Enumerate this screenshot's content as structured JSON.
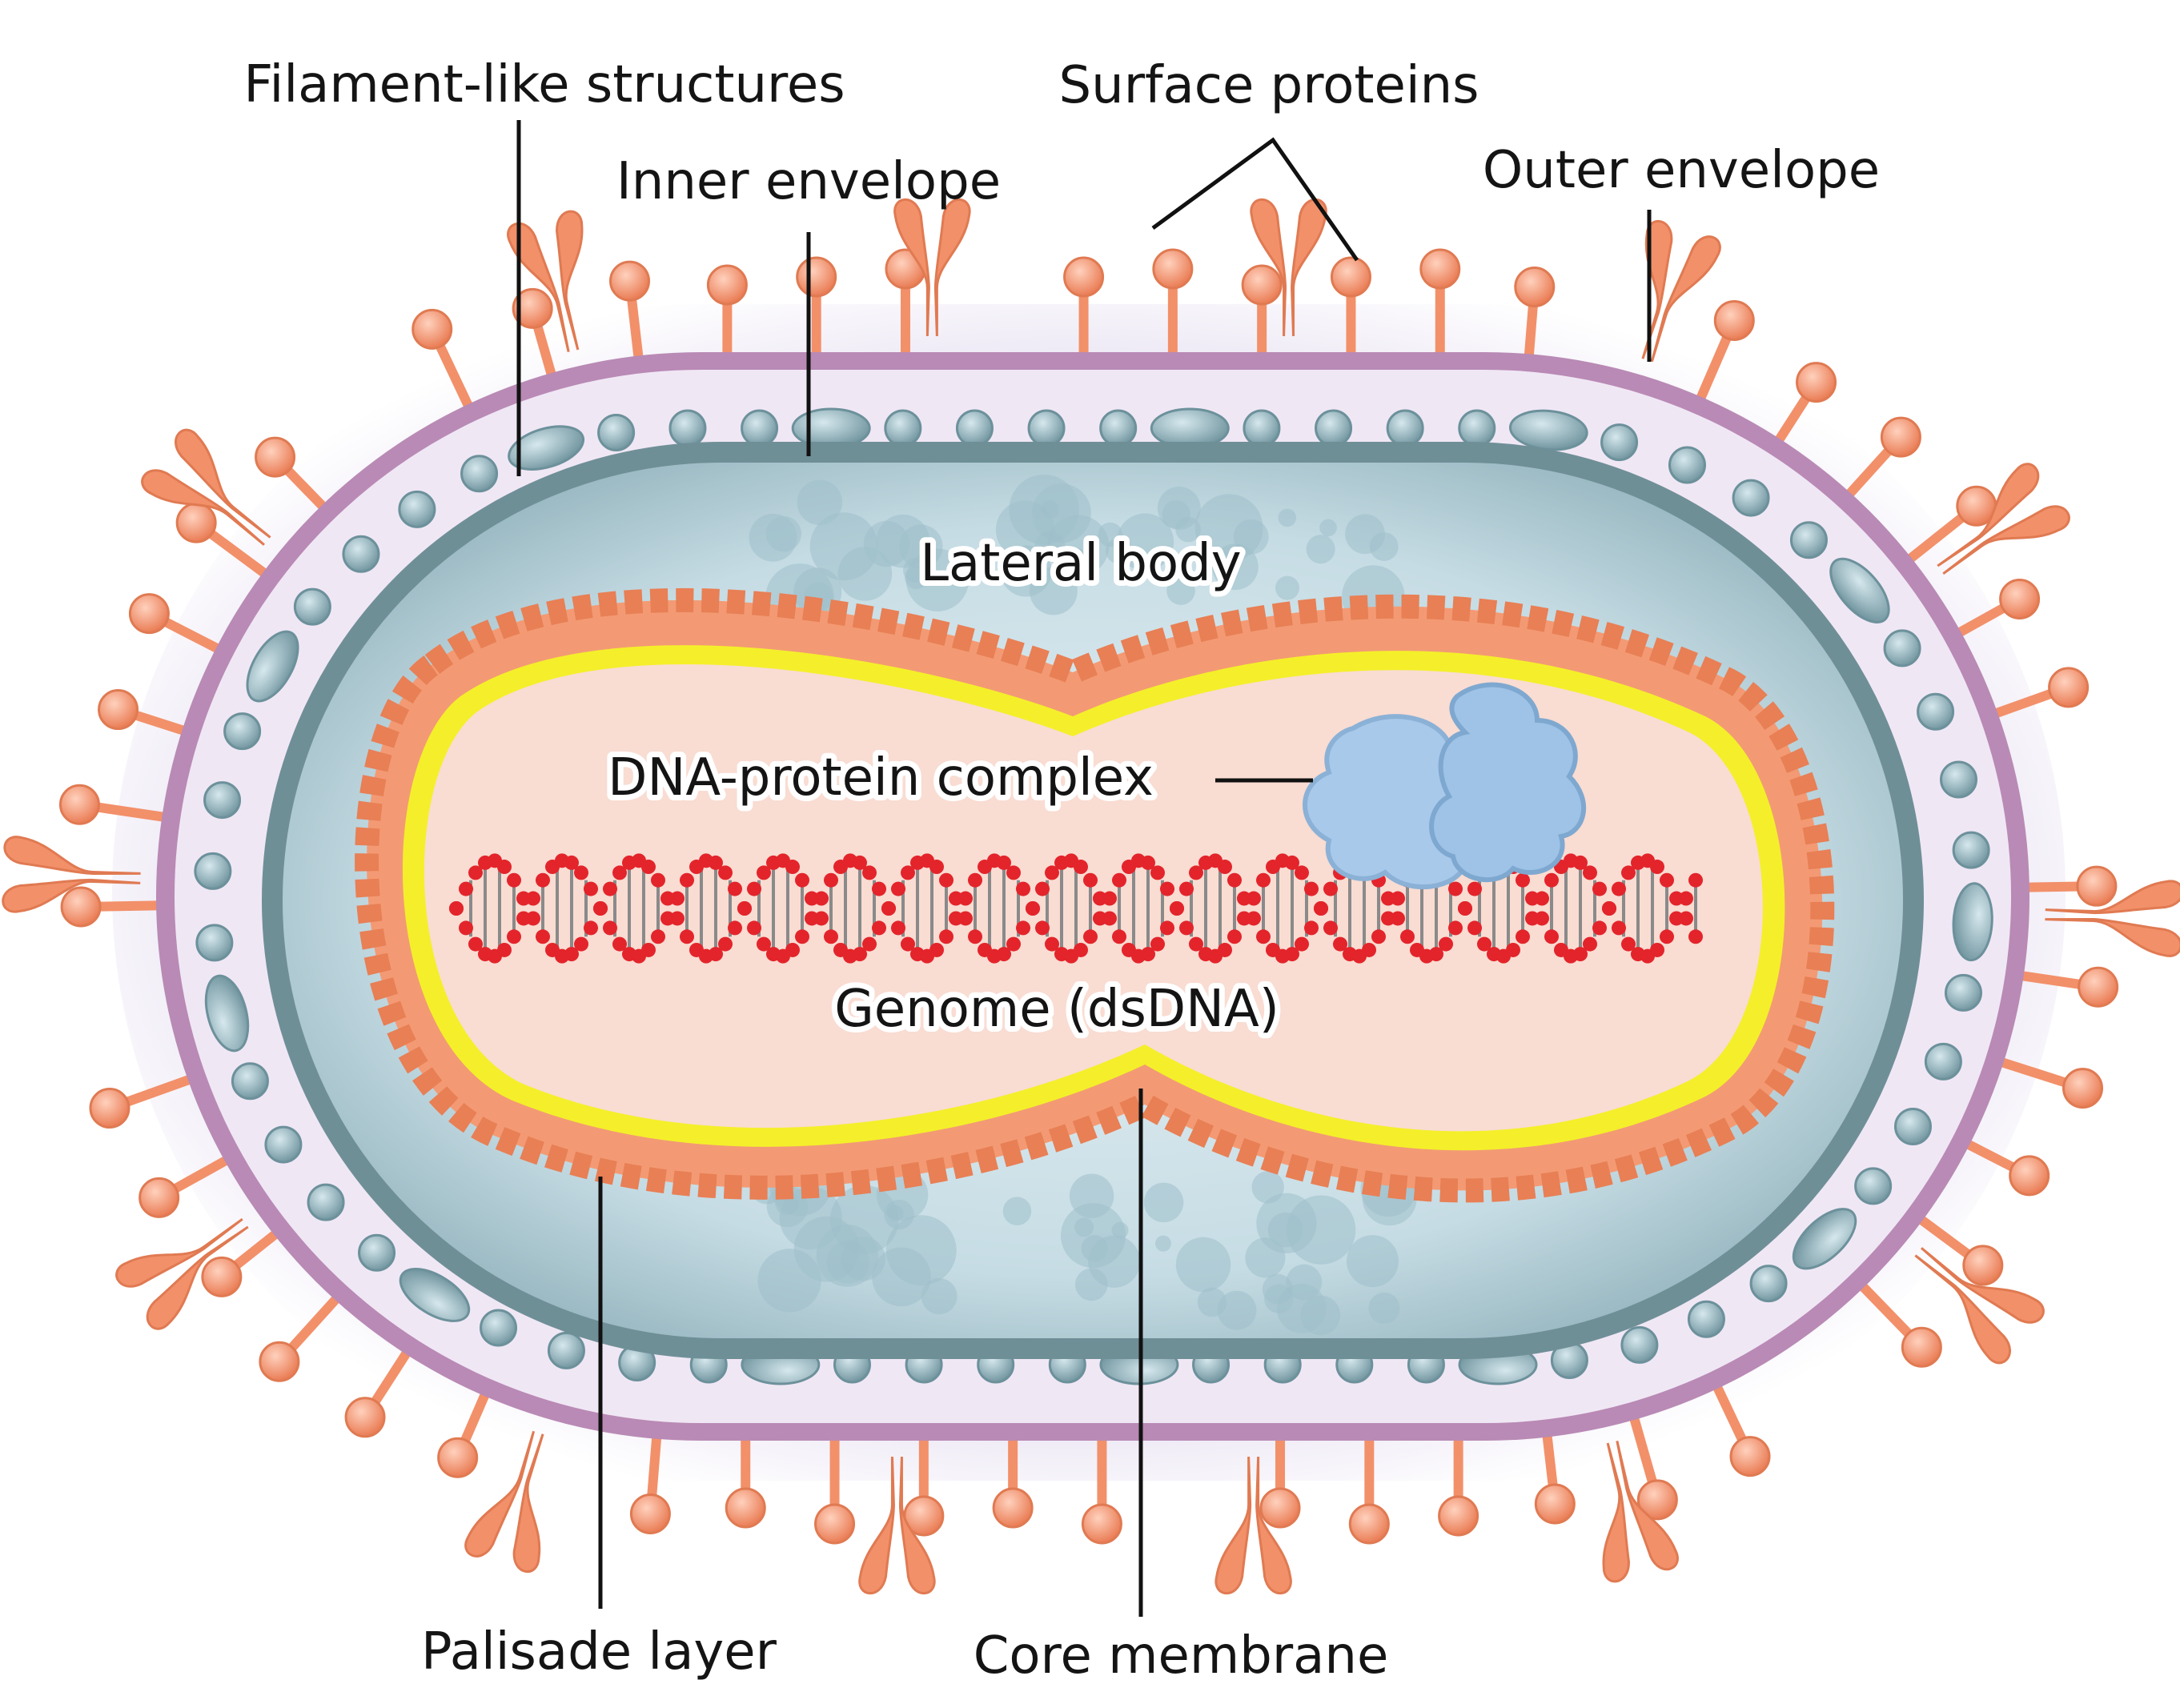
{
  "labels": {
    "filament_like_structures": "Filament-like structures",
    "surface_proteins": "Surface proteins",
    "inner_envelope": "Inner envelope",
    "outer_envelope": "Outer envelope",
    "lateral_body": "Lateral body",
    "dna_protein_complex": "DNA-protein complex",
    "genome": "Genome (dsDNA)",
    "palisade_layer": "Palisade layer",
    "core_membrane": "Core membrane"
  },
  "colors": {
    "outer_envelope": "#b98ab5",
    "periplasm": "#efe4f3",
    "inner_envelope": "#6f8f97",
    "lateral_space": "#cfe3ea",
    "filament": "#7fa3ad",
    "palisade": "#f2926e",
    "core_membrane_edge": "#f4ef2a",
    "core": "#f9dcd2",
    "dna_backbone": "#e3242b",
    "dna_rungs": "#8a8a8a",
    "protein_complex": "#9ec3e6",
    "surface_protein": "#f2906a"
  }
}
